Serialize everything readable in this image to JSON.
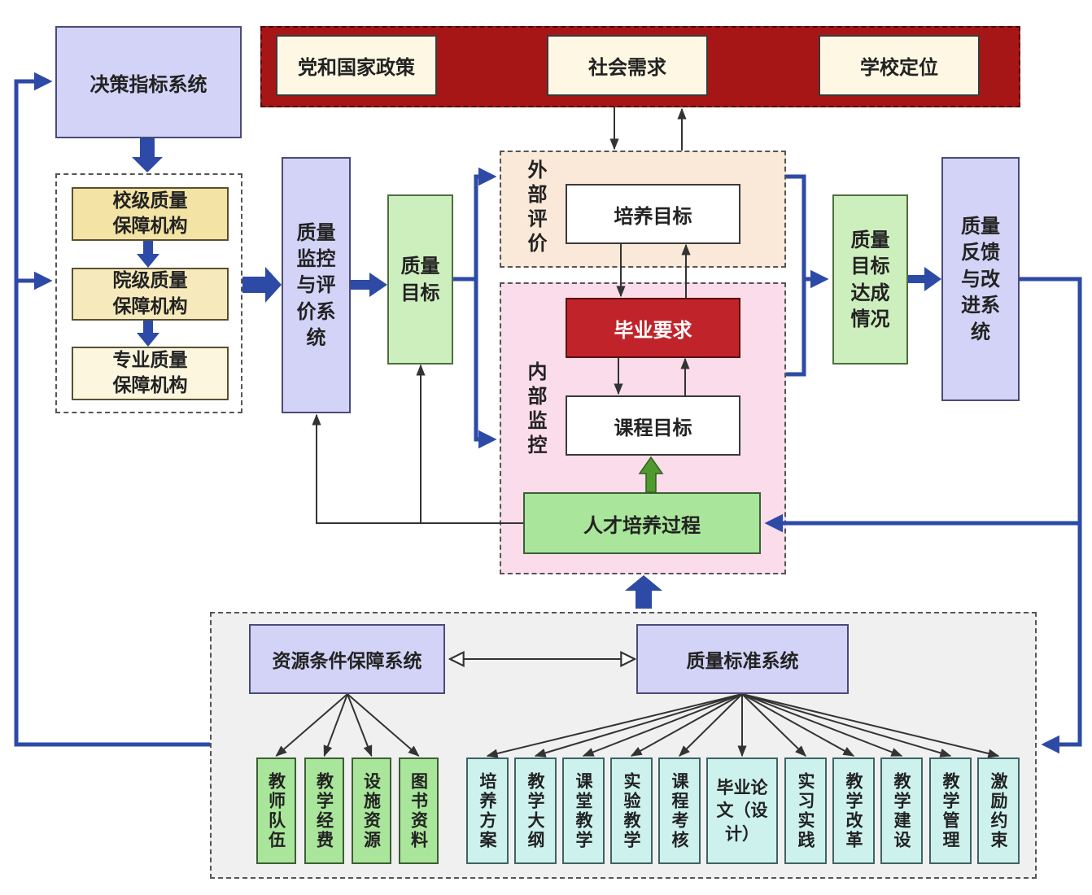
{
  "colors": {
    "flow_blue": "#2c4aa6",
    "policy_band": "#a61616",
    "outer_region": "#fae8d8",
    "inner_region": "#fbdcea",
    "resource_region": "#f0f0f0"
  },
  "top_band": {
    "policy": "党和国家政策",
    "society": "社会需求",
    "school": "学校定位"
  },
  "decision": "决策指标系统",
  "orgs": {
    "school": "校级质量保障机构",
    "college": "院级质量保障机构",
    "major": "专业质量保障机构"
  },
  "monitor": "质量监控与评价系统",
  "quality_goal": "质量目标",
  "external": {
    "label": "外部评价",
    "training_goal": "培养目标"
  },
  "internal": {
    "label": "内部监控",
    "graduation": "毕业要求",
    "course_goal": "课程目标",
    "process": "人才培养过程"
  },
  "achievement": "质量目标达成情况",
  "feedback": "质量反馈与改进系统",
  "resource_system": "资源条件保障系统",
  "standard_system": "质量标准系统",
  "resources": [
    "教师队伍",
    "教学经费",
    "设施资源",
    "图书资料"
  ],
  "standards": [
    "培养方案",
    "教学大纲",
    "课堂教学",
    "实验教学",
    "课程考核",
    "毕业论文（设计）",
    "实习实践",
    "教学改革",
    "教学建设",
    "教学管理",
    "激励约束"
  ]
}
